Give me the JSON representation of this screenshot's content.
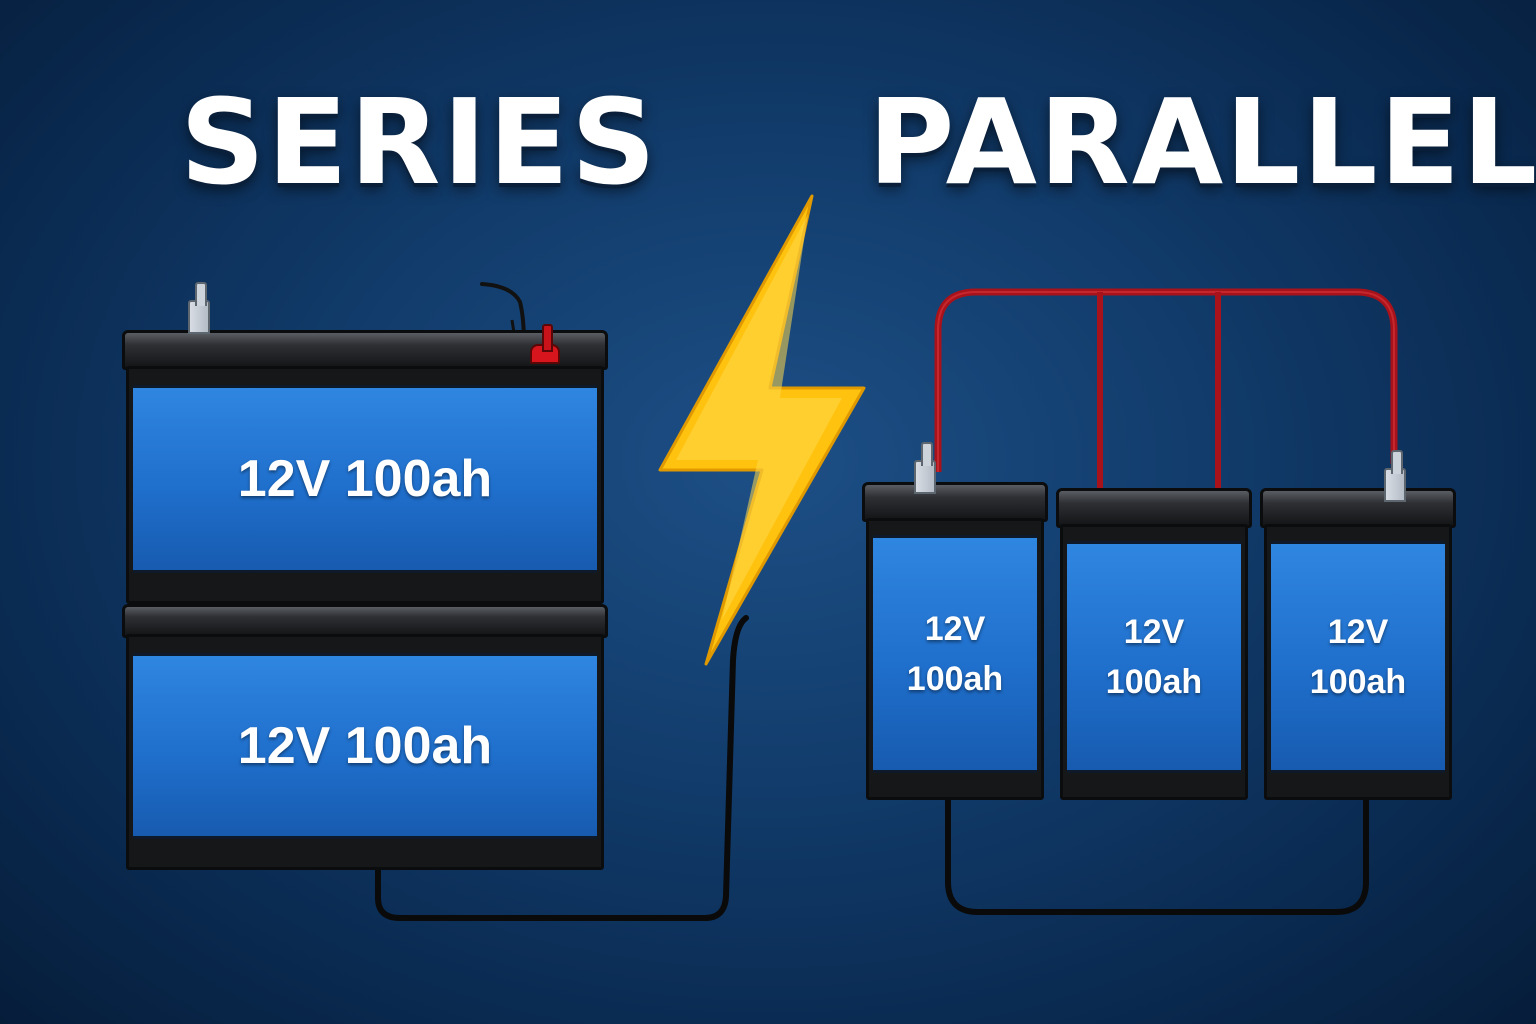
{
  "headings": {
    "series": "SERIES",
    "parallel": "PARALLEL"
  },
  "series": {
    "batteries": [
      {
        "label": "12V 100ah"
      },
      {
        "label": "12V 100ah"
      }
    ]
  },
  "parallel": {
    "batteries": [
      {
        "label_line1": "12V",
        "label_line2": "100ah"
      },
      {
        "label_line1": "12V",
        "label_line2": "100ah"
      },
      {
        "label_line1": "12V",
        "label_line2": "100ah"
      }
    ]
  },
  "colors": {
    "background": "#123d6d",
    "battery_panel": "#1f6fcc",
    "battery_case": "#161719",
    "bolt": "#ffc20e",
    "positive_wire": "#b3141b",
    "negative_wire": "#0a0a0a",
    "heading_text": "#ffffff"
  },
  "icons": [
    "lightning-bolt-icon",
    "negative-terminal-icon",
    "positive-terminal-icon"
  ]
}
